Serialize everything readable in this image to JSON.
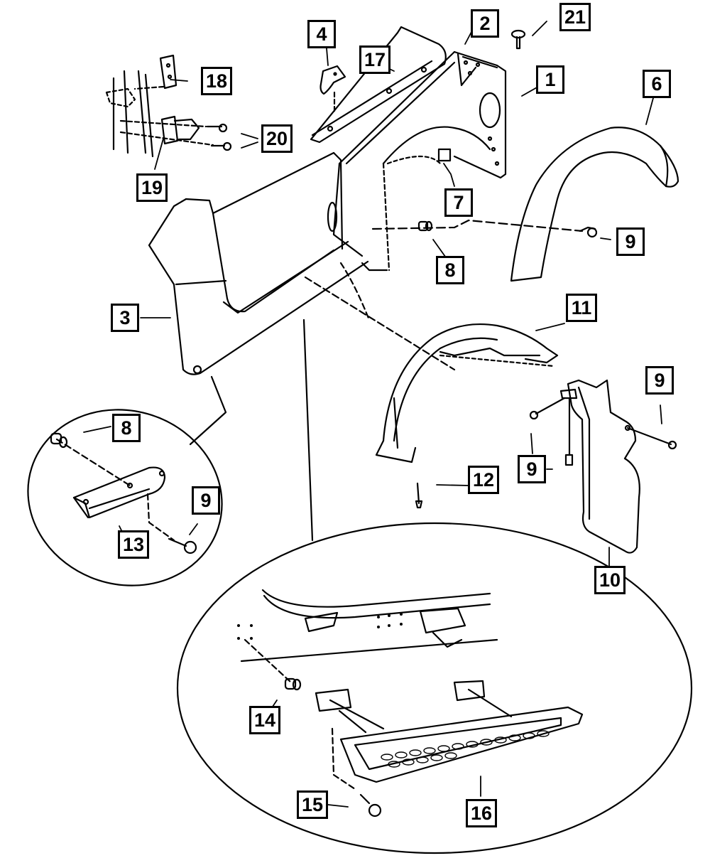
{
  "diagram": {
    "type": "exploded parts diagram",
    "subject": "Vehicle body side — fender, flare, inner wheelhouse, splash guard, rocker guard, side step",
    "line_color": "#000000",
    "background": "#ffffff",
    "callouts": [
      {
        "id": "1",
        "label": "1",
        "part": "rear quarter / fender panel"
      },
      {
        "id": "2",
        "label": "2",
        "part": "panel corner bracket"
      },
      {
        "id": "3",
        "label": "3",
        "part": "body side panel"
      },
      {
        "id": "4",
        "label": "4",
        "part": "clip"
      },
      {
        "id": "6",
        "label": "6",
        "part": "fender flare"
      },
      {
        "id": "7",
        "label": "7",
        "part": "bracket"
      },
      {
        "id": "8a",
        "label": "8",
        "part": "push-in retainer / grommet"
      },
      {
        "id": "8b",
        "label": "8",
        "part": "retainer (rocker guard detail)"
      },
      {
        "id": "9a",
        "label": "9",
        "part": "screw (flare)"
      },
      {
        "id": "9b",
        "label": "9",
        "part": "screw (splash guard, right)"
      },
      {
        "id": "9c",
        "label": "9",
        "part": "screw (splash guard, lower)"
      },
      {
        "id": "9d",
        "label": "9",
        "part": "screw (rocker guard detail)"
      },
      {
        "id": "10",
        "label": "10",
        "part": "splash guard / mud flap"
      },
      {
        "id": "11",
        "label": "11",
        "part": "inner wheelhouse liner"
      },
      {
        "id": "12",
        "label": "12",
        "part": "push pin rivet"
      },
      {
        "id": "13",
        "label": "13",
        "part": "rocker guard"
      },
      {
        "id": "14",
        "label": "14",
        "part": "nut insert"
      },
      {
        "id": "15",
        "label": "15",
        "part": "bolt"
      },
      {
        "id": "16",
        "label": "16",
        "part": "side step"
      },
      {
        "id": "17",
        "label": "17",
        "part": "seal / weatherstrip"
      },
      {
        "id": "18",
        "label": "18",
        "part": "striker plate"
      },
      {
        "id": "19",
        "label": "19",
        "part": "striker / hinge"
      },
      {
        "id": "20",
        "label": "20",
        "part": "screws"
      },
      {
        "id": "21",
        "label": "21",
        "part": "push fastener"
      }
    ]
  }
}
